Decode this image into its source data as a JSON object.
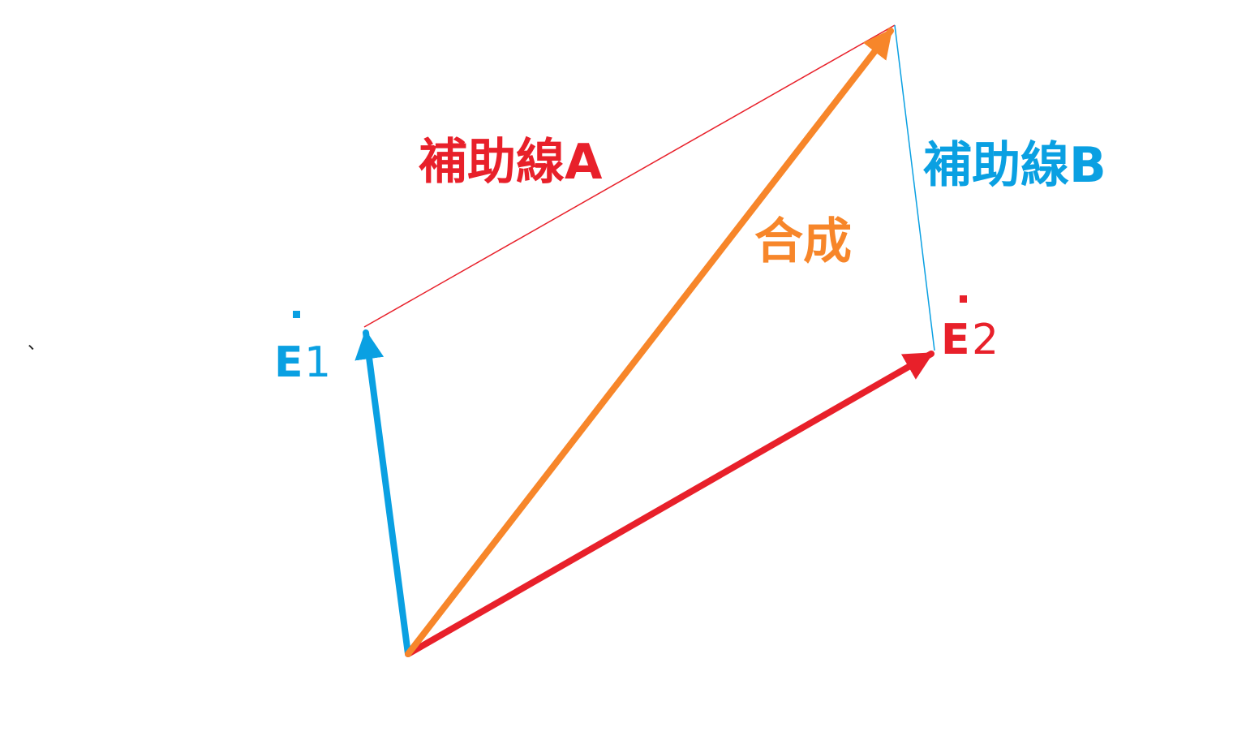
{
  "colors": {
    "e1": "#0aa0e2",
    "e2": "#e8202a",
    "resultant": "#f7862a",
    "aux_a": "#e8202a",
    "aux_b": "#0aa0e2",
    "background": "#ffffff"
  },
  "labels": {
    "aux_a": "補助線A",
    "aux_b": "補助線B",
    "resultant": "合成",
    "e1_letter": "E",
    "e1_sub": "1",
    "e2_letter": "E",
    "e2_sub": "2",
    "stray_mark": "、"
  }
}
